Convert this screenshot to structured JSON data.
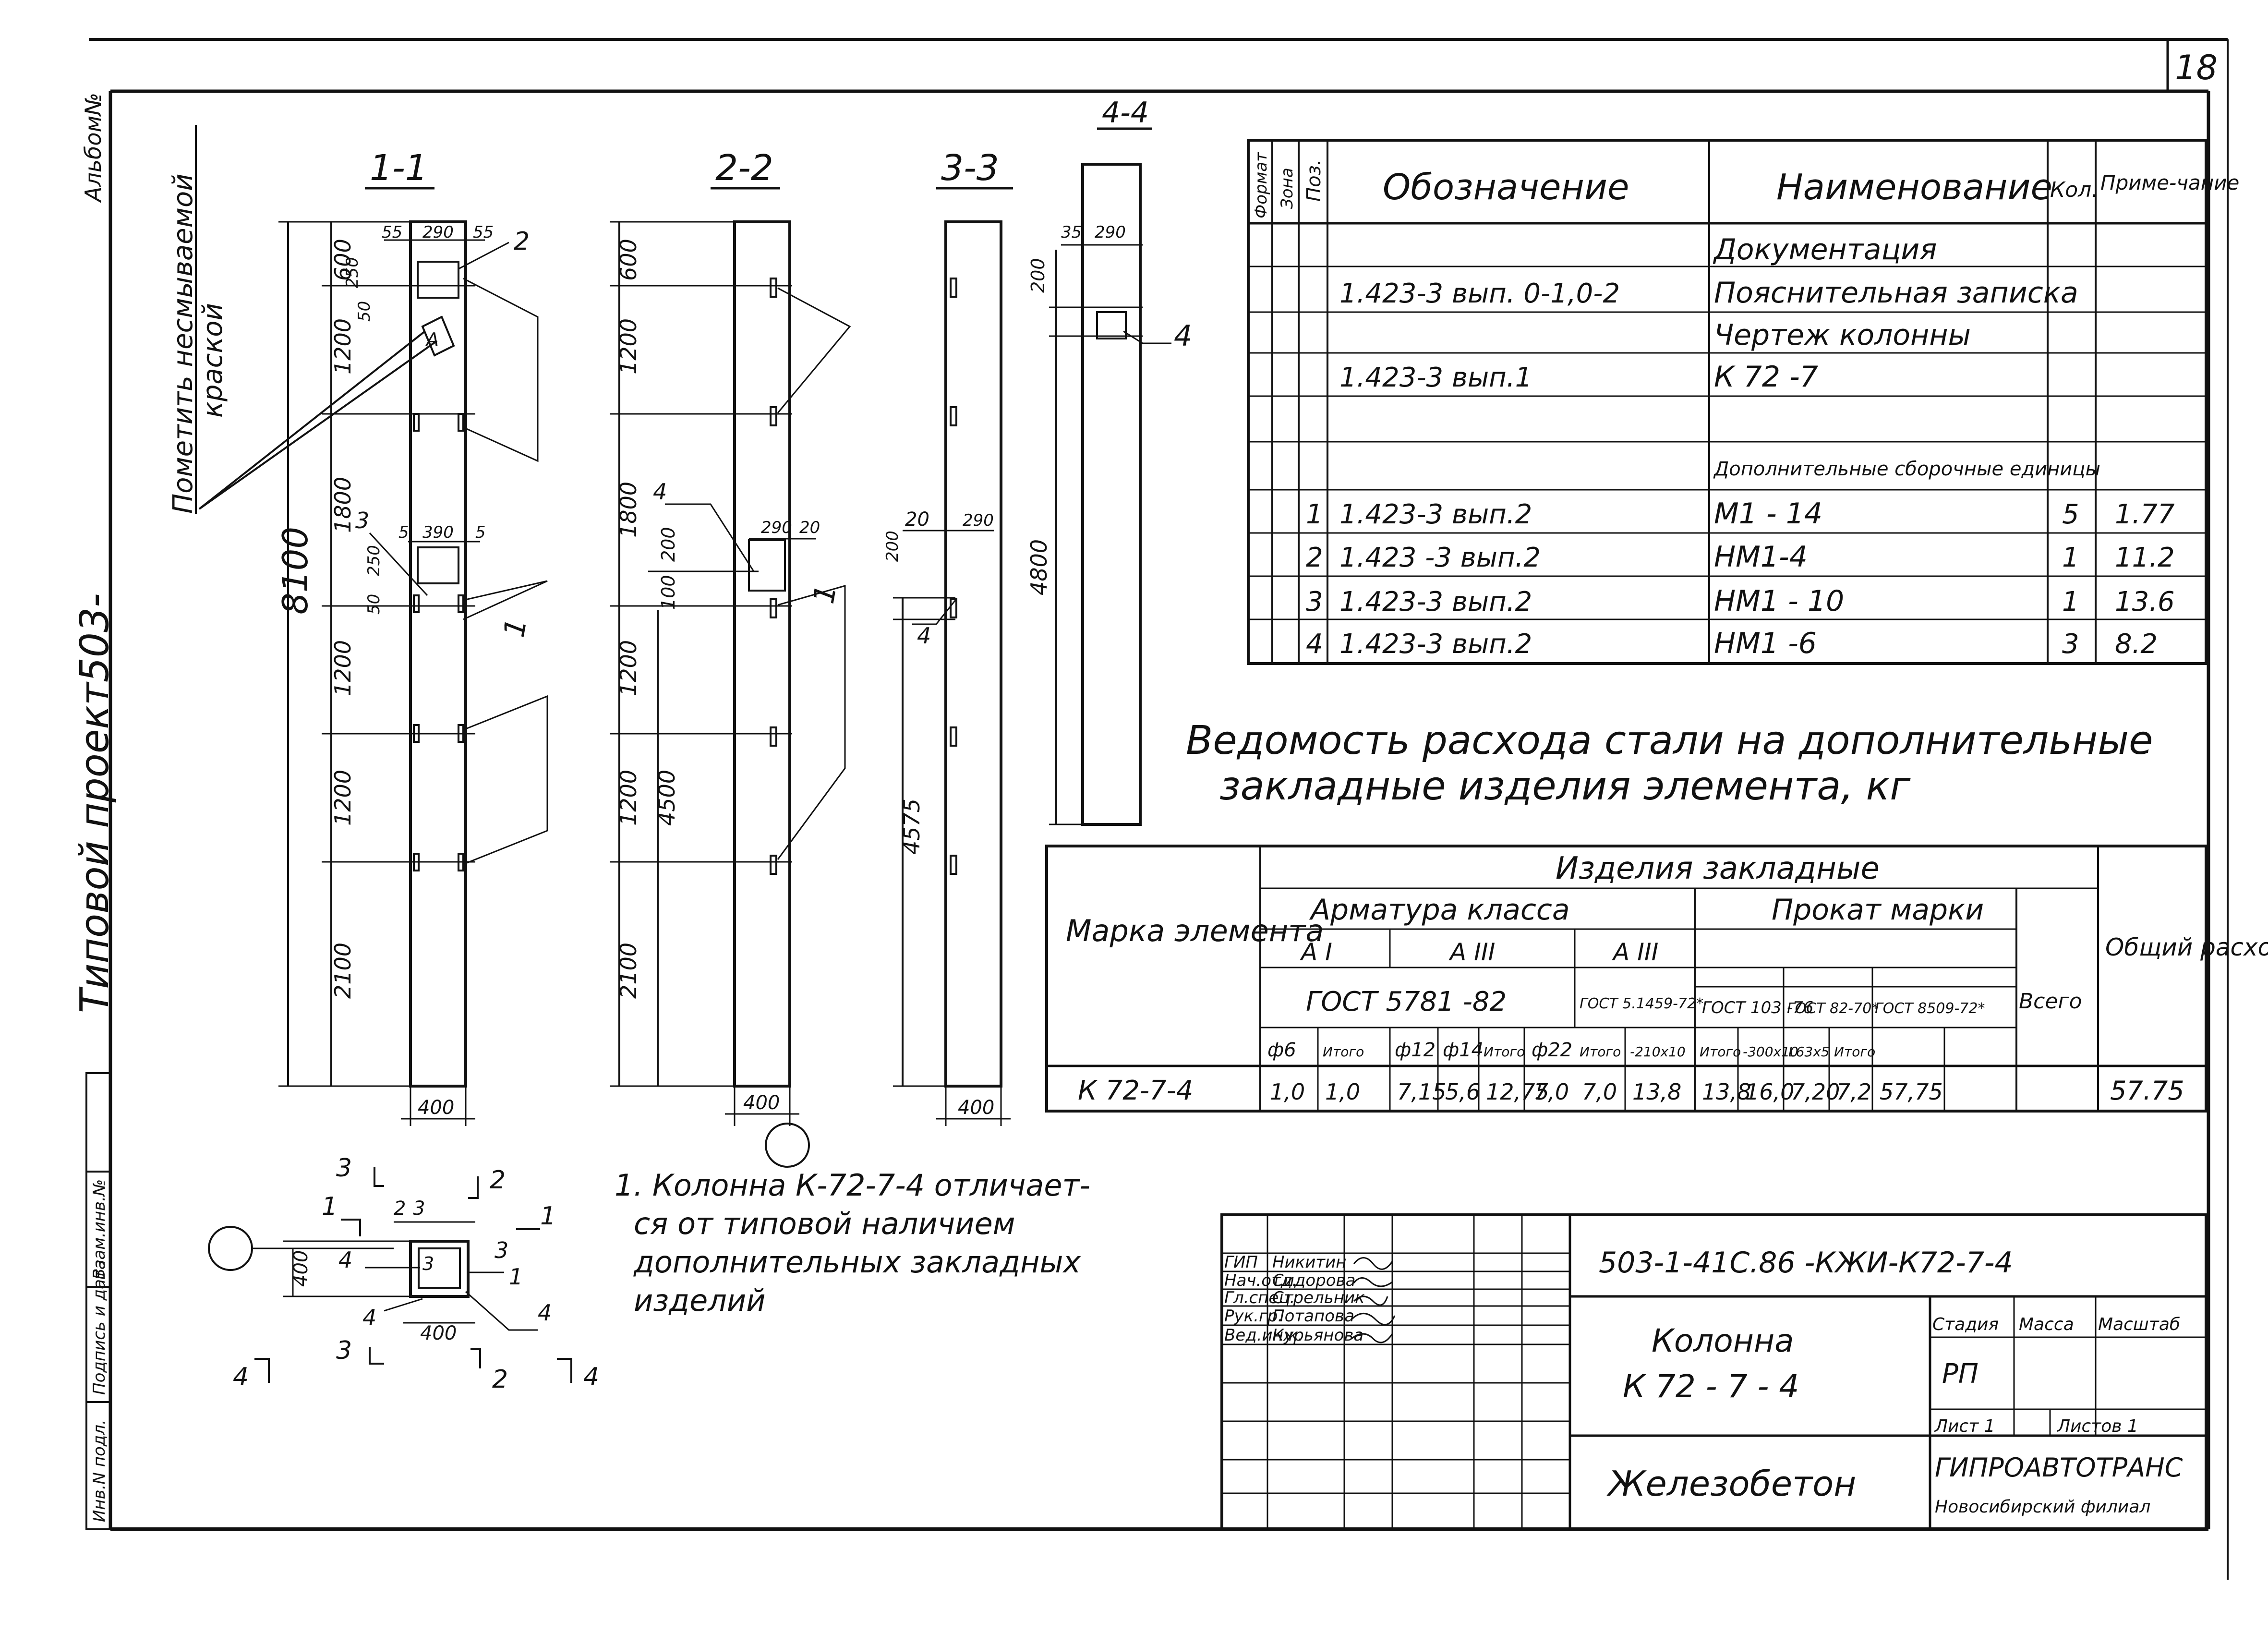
{
  "sheet": {
    "number": "18",
    "side_project": "Типовой проект503-",
    "album": "Альбом№",
    "note_paint": [
      "Пометить несмываемой",
      "краской"
    ],
    "side_boxes": [
      "Инв.N подл.",
      "Подпись и дата",
      "Взам.инв.№"
    ]
  },
  "sections": {
    "s11": {
      "title": "1-1",
      "total": "8100",
      "dims": [
        "600",
        "1200",
        "1800",
        "1200",
        "1200",
        "2100"
      ],
      "small_top": [
        "55",
        "290",
        "55",
        "250",
        "50"
      ],
      "small_mid": [
        "5",
        "390",
        "5",
        "250",
        "50"
      ],
      "pos": [
        "2",
        "3",
        "1"
      ],
      "width": "400",
      "mark": "А"
    },
    "s22": {
      "title": "2-2",
      "dims": [
        "600",
        "1200",
        "1800",
        "1200",
        "1200",
        "2100"
      ],
      "sub": [
        "200",
        "100",
        "4500"
      ],
      "small": [
        "290",
        "20"
      ],
      "pos": [
        "4",
        "1"
      ],
      "width": "400"
    },
    "s33": {
      "title": "3-3",
      "dims": [
        "200",
        "4575"
      ],
      "small": [
        "20",
        "290"
      ],
      "pos": [
        "4"
      ],
      "width": "400"
    },
    "s44": {
      "title": "4-4",
      "dims": [
        "35",
        "290",
        "200",
        "4800"
      ],
      "pos": [
        "4"
      ]
    },
    "plan": {
      "cut_labels": [
        "3",
        "1",
        "2",
        "1",
        "2",
        "3",
        "4",
        "4"
      ],
      "dims": [
        "2",
        "3",
        "400",
        "400"
      ],
      "pos": [
        "4",
        "4",
        "1",
        "3",
        "4",
        "3"
      ]
    }
  },
  "spec": {
    "headers": [
      "Формат",
      "Зона",
      "Поз.",
      "Обозначение",
      "Наименование",
      "Кол.",
      "Приме-чание"
    ],
    "rows": [
      {
        "pos": "",
        "code": "",
        "name": "Документация",
        "qty": "",
        "note": ""
      },
      {
        "pos": "",
        "code": "1.423-3 вып. 0-1,0-2",
        "name": "Пояснительная записка",
        "qty": "",
        "note": ""
      },
      {
        "pos": "",
        "code": "",
        "name": "Чертеж колонны",
        "qty": "",
        "note": ""
      },
      {
        "pos": "",
        "code": "1.423-3 вып.1",
        "name": "К 72 -7",
        "qty": "",
        "note": ""
      },
      {
        "pos": "",
        "code": "",
        "name": "",
        "qty": "",
        "note": ""
      },
      {
        "pos": "",
        "code": "",
        "name": "Дополнительные сборочные единицы",
        "qty": "",
        "note": ""
      },
      {
        "pos": "1",
        "code": "1.423-3 вып.2",
        "name": "М1 - 14",
        "qty": "5",
        "note": "1.77"
      },
      {
        "pos": "2",
        "code": "1.423 -3 вып.2",
        "name": "НМ1-4",
        "qty": "1",
        "note": "11.2"
      },
      {
        "pos": "3",
        "code": "1.423-3 вып.2",
        "name": "НМ1 - 10",
        "qty": "1",
        "note": "13.6"
      },
      {
        "pos": "4",
        "code": "1.423-3 вып.2",
        "name": "НМ1 -6",
        "qty": "3",
        "note": "8.2"
      }
    ]
  },
  "steel": {
    "title_line1": "Ведомость расхода стали на дополнительные",
    "title_line2": "закладные изделия элемента, кг",
    "h_group": "Изделия закладные",
    "h_mark": "Марка элемента",
    "h_arm": "Арматура класса",
    "h_prokat": "Прокат марки",
    "h_ai": "А I",
    "h_aiii": "А III",
    "h_aiii2": "А III",
    "h_gost5781": "ГОСТ 5781 -82",
    "h_gost5": "ГОСТ 5.1459-72*",
    "h_gost103": "ГОСТ 103 -76",
    "h_gost82": "ГОСТ 82-70*",
    "h_gost8509": "ГОСТ 8509-72*",
    "h_total": "Всего",
    "h_common": "Общий расход",
    "cols": [
      "ф6",
      "Итого",
      "ф12",
      "ф14",
      "Итого",
      "ф22",
      "Итого",
      "-210x10",
      "Итого",
      "-300x10",
      "L63x5",
      "Итого"
    ],
    "row": {
      "mark": "К 72-7-4",
      "values": [
        "1,0",
        "1,0",
        "7,15",
        "5,6",
        "12,75",
        "7,0",
        "7,0",
        "13,8",
        "13,8",
        "16,0",
        "7,20",
        "7,2",
        "57,75"
      ],
      "common": "57.75"
    }
  },
  "note": [
    "1. Колонна К-72-7-4 отличает-",
    "ся от типовой наличием",
    "дополнительных закладных",
    "изделий"
  ],
  "stamp": {
    "code": "503-1-41С.86     -КЖИ-К72-7-4",
    "roles": [
      "ГИП",
      "Нач.отд.",
      "Гл.спец.",
      "Рук.гр.",
      "Вед.инж."
    ],
    "names": [
      "Никитин",
      "Сидорова",
      "Стрельник",
      "Потапова",
      "Курьянова"
    ],
    "title_l1": "Колонна",
    "title_l2": "К 72 - 7 - 4",
    "h_stage": "Стадия",
    "h_mass": "Масса",
    "h_scale": "Масштаб",
    "stage": "РП",
    "sheet": "Лист 1",
    "sheets": "Листов 1",
    "material": "Железобетон",
    "org1": "ГИПРОАВТОТРАНС",
    "org2": "Новосибирский филиал"
  }
}
